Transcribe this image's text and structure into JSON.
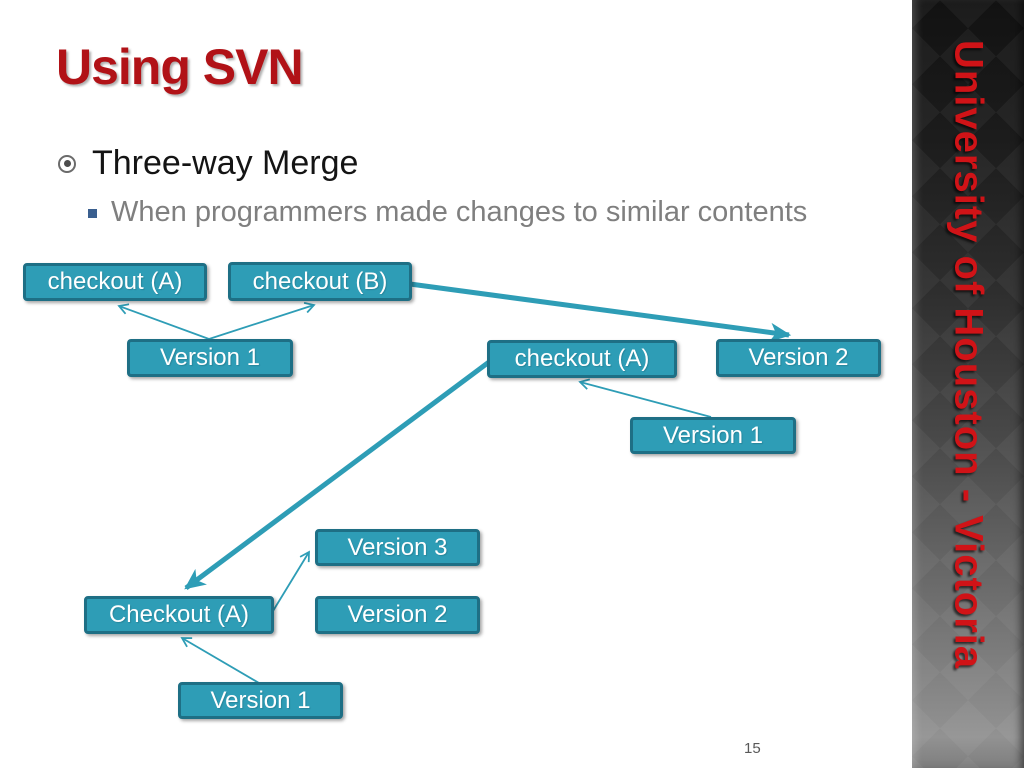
{
  "slide": {
    "title": "Using SVN",
    "bullet": "Three-way Merge",
    "sub_bullet": "When programmers made changes to similar contents",
    "page_number": "15"
  },
  "sidebar": {
    "text": "University of Houston - Victoria",
    "text_color": "#d01317"
  },
  "colors": {
    "title_red": "#b11217",
    "node_fill": "#2e9db6",
    "node_border": "#1e6f85",
    "node_text": "#ffffff",
    "arrow": "#2e9db6",
    "sub_bullet_text": "#7f7f7f",
    "sub_bullet_square": "#3a5f8f"
  },
  "diagram": {
    "nodes": [
      {
        "id": "checkout-a-top",
        "label": "checkout (A)"
      },
      {
        "id": "checkout-b-top",
        "label": "checkout (B)"
      },
      {
        "id": "version-1-top",
        "label": "Version 1"
      },
      {
        "id": "checkout-a-mid",
        "label": "checkout (A)"
      },
      {
        "id": "version-2-mid",
        "label": "Version 2"
      },
      {
        "id": "version-1-mid",
        "label": "Version 1"
      },
      {
        "id": "version-3-bottom",
        "label": "Version 3"
      },
      {
        "id": "checkout-a-bottom",
        "label": "Checkout (A)"
      },
      {
        "id": "version-2-bottom",
        "label": "Version 2"
      },
      {
        "id": "version-1-bottom",
        "label": "Version 1"
      }
    ]
  }
}
